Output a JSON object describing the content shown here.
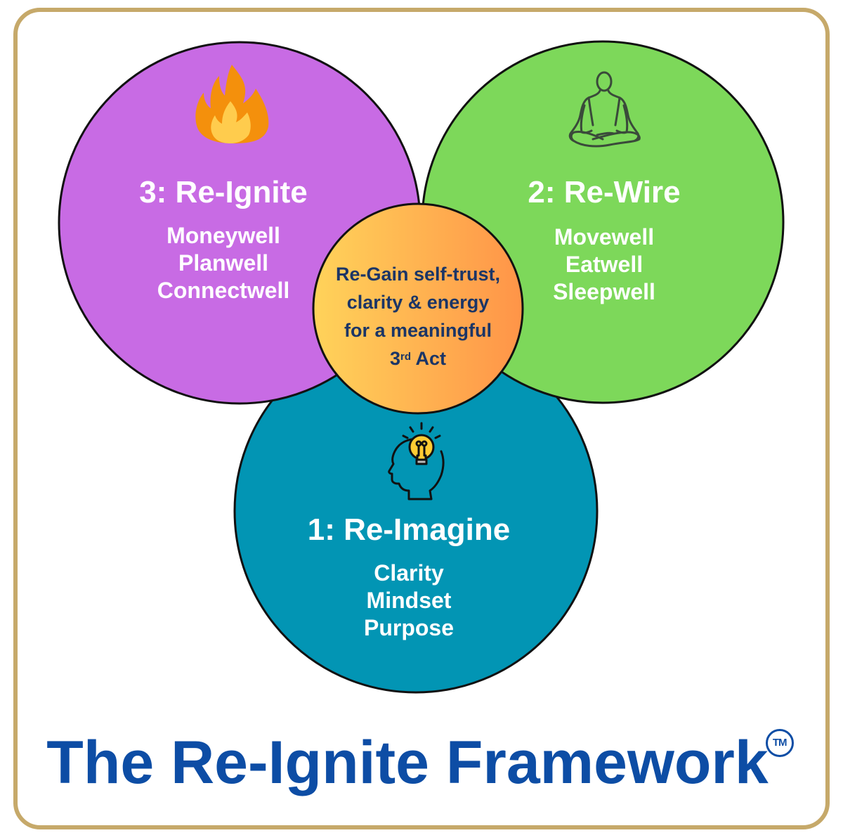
{
  "title": {
    "text": "The Re-Ignite Framework",
    "trademark": "TM"
  },
  "colors": {
    "frame_border": "#C6A96A",
    "re_ignite": "#C86BE4",
    "re_wire": "#7DD85A",
    "re_imagine": "#0295B4",
    "center_gradient_start": "#FFD35A",
    "center_gradient_end": "#FF9448",
    "center_text": "#1B3566",
    "title": "#0D4DA5"
  },
  "circles": [
    {
      "id": "re-ignite",
      "heading": "3: Re-Ignite",
      "icon": "fire-icon",
      "items": [
        "Moneywell",
        "Planwell",
        "Connectwell"
      ]
    },
    {
      "id": "re-wire",
      "heading": "2: Re-Wire",
      "icon": "meditation-icon",
      "items": [
        "Movewell",
        "Eatwell",
        "Sleepwell"
      ]
    },
    {
      "id": "re-imagine",
      "heading": "1: Re-Imagine",
      "icon": "head-lightbulb-icon",
      "items": [
        "Clarity",
        "Mindset",
        "Purpose"
      ]
    }
  ],
  "center": {
    "lines": [
      "Re-Gain self-trust,",
      "clarity & energy",
      "for a meaningful"
    ],
    "last_line_number": "3",
    "last_line_suffix": "rd",
    "last_line_rest": "Act"
  }
}
